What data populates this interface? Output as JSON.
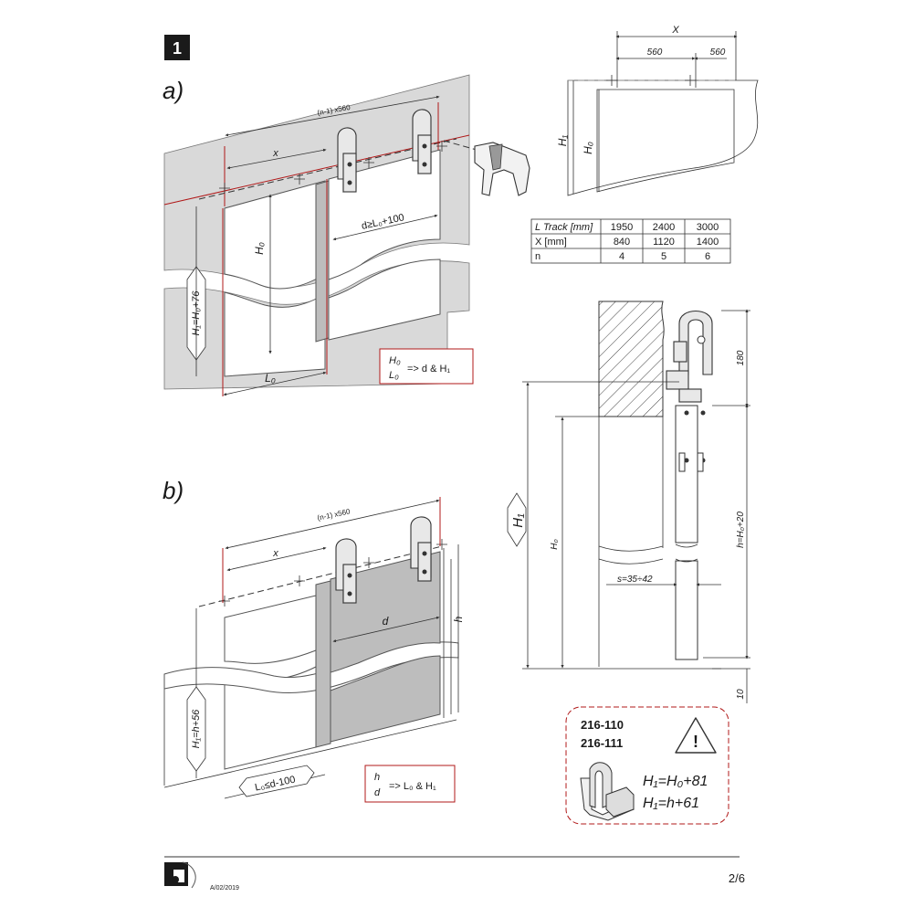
{
  "step_number": "1",
  "section_a": {
    "label": "a)",
    "dim_n_spacing": "(n-1) x560",
    "dim_x": "x",
    "dim_d": "d≥L₀+100",
    "dim_h0": "H₀",
    "dim_h1": "H₁=H₀+76",
    "dim_l0": "L₀",
    "formula_line1": "H₀",
    "formula_line2": "L₀",
    "formula_result": "=> d & H₁"
  },
  "section_b": {
    "label": "b)",
    "dim_n_spacing": "(n-1) x560",
    "dim_x": "x",
    "dim_d": "d",
    "dim_h": "h",
    "dim_h1": "H₁=h+56",
    "dim_l0": "L₀≤d-100",
    "formula_line1": "h",
    "formula_line2": "d",
    "formula_result": "=> L₀ & H₁"
  },
  "top_detail": {
    "dim_x": "X",
    "dim_560_left": "560",
    "dim_560_right": "560",
    "dim_h1": "H₁",
    "dim_h0": "H₀"
  },
  "table": {
    "header": [
      "L Track [mm]",
      "1950",
      "2400",
      "3000"
    ],
    "rows": [
      [
        "X [mm]",
        "840",
        "1120",
        "1400"
      ],
      [
        "n",
        "4",
        "5",
        "6"
      ]
    ]
  },
  "side_detail": {
    "dim_180": "180",
    "dim_h_equals": "h=H₀+20",
    "dim_10": "10",
    "dim_h1": "H₁",
    "dim_h0": "H₀",
    "dim_s": "s=35÷42"
  },
  "warning_box": {
    "code1": "216-110",
    "code2": "216-111",
    "formula1": "H₁=H₀+81",
    "formula2": "H₁=h+61"
  },
  "footer": {
    "date": "A/02/2019",
    "page": "2/6"
  }
}
